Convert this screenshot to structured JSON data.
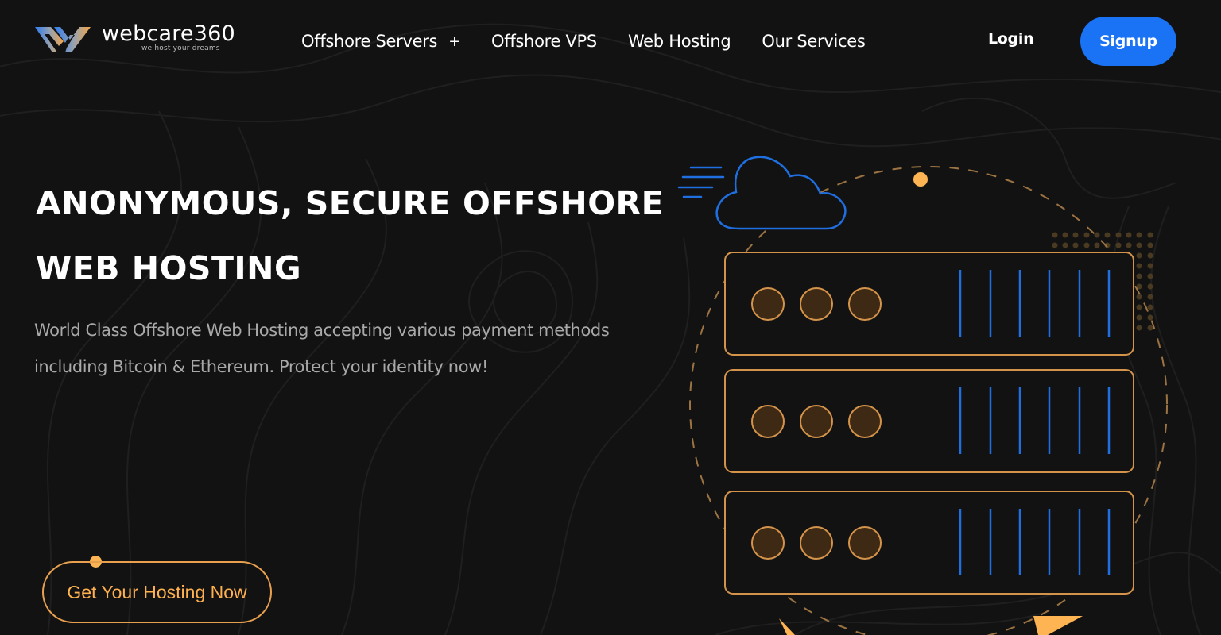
{
  "brand": {
    "name": "webcare360",
    "tagline": "we host your dreams",
    "logo_icon": "w-chevron-logo-icon",
    "colors": {
      "blue": "#1a73f5",
      "orange": "#ffb454",
      "background": "#121212"
    }
  },
  "nav": {
    "items": [
      {
        "label": "Offshore Servers",
        "has_submenu": true,
        "submenu_icon": "+"
      },
      {
        "label": "Offshore VPS"
      },
      {
        "label": "Web Hosting"
      },
      {
        "label": "Our Services"
      }
    ],
    "login_label": "Login",
    "signup_label": "Signup"
  },
  "hero": {
    "title_line1": "ANONYMOUS, SECURE OFFSHORE",
    "title_line2": "WEB HOSTING",
    "description": "World Class Offshore Web Hosting accepting various payment methods including Bitcoin & Ethereum. Protect your identity now!",
    "cta_label": "Get Your Hosting Now"
  },
  "illustration": {
    "cloud_icon": "cloud-icon",
    "server_units": 3,
    "leds_per_unit": 3,
    "vents_per_unit": 6
  }
}
